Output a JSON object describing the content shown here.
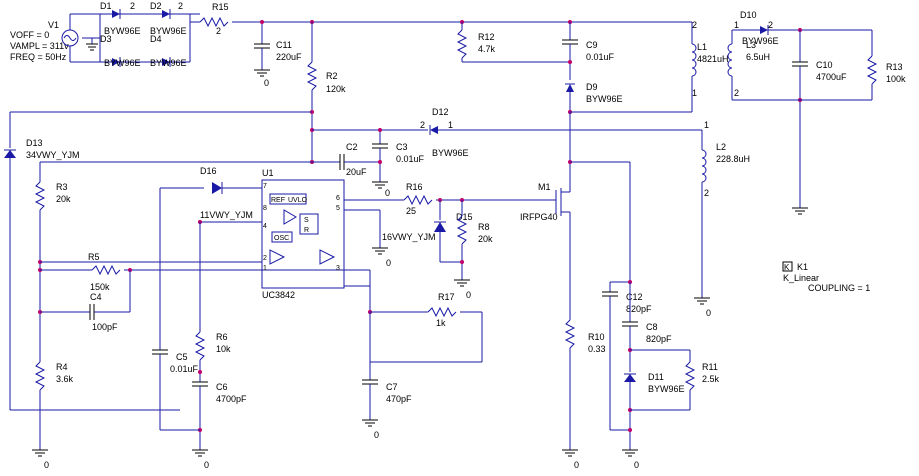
{
  "source": {
    "labels": [
      "VOFF = 0",
      "VAMPL = 311v",
      "FREQ = 50Hz"
    ],
    "name": "V1"
  },
  "components": {
    "D1": {
      "ref": "D1",
      "value": "BYW96E"
    },
    "D2": {
      "ref": "D2",
      "value": "BYW96E"
    },
    "D3": {
      "ref": "D3",
      "value": "BYW96E"
    },
    "D4": {
      "ref": "D4",
      "value": "BYW96E"
    },
    "R15": {
      "ref": "R15",
      "value": "2"
    },
    "C11": {
      "ref": "C11",
      "value": "220uF"
    },
    "R12": {
      "ref": "R12",
      "value": "4.7k"
    },
    "C9": {
      "ref": "C9",
      "value": "0.01uF"
    },
    "D9": {
      "ref": "D9",
      "value": "BYW96E"
    },
    "L1": {
      "ref": "L1",
      "value": "4821uH"
    },
    "L3": {
      "ref": "L3",
      "value": "6.5uH"
    },
    "D10": {
      "ref": "D10",
      "value": "BYW96E"
    },
    "C10": {
      "ref": "C10",
      "value": "4700uF"
    },
    "R13": {
      "ref": "R13",
      "value": "100k"
    },
    "R2": {
      "ref": "R2",
      "value": "120k"
    },
    "D12": {
      "ref": "D12",
      "value": "BYW96E"
    },
    "L2": {
      "ref": "L2",
      "value": "228.8uH"
    },
    "D13": {
      "ref": "D13",
      "value": "34VWY_YJM"
    },
    "C2": {
      "ref": "C2",
      "value": "20uF"
    },
    "C3": {
      "ref": "C3",
      "value": "0.01uF"
    },
    "D16": {
      "ref": "D16",
      "value": "11VWY_YJM"
    },
    "U1": {
      "ref": "U1",
      "value": "UC3842"
    },
    "R16": {
      "ref": "R16",
      "value": "25"
    },
    "M1": {
      "ref": "M1",
      "value": "IRFPG40"
    },
    "R3": {
      "ref": "R3",
      "value": "20k"
    },
    "D15": {
      "ref": "D15",
      "value": "16VWY_YJM"
    },
    "R8": {
      "ref": "R8",
      "value": "20k"
    },
    "R5": {
      "ref": "R5",
      "value": "150k"
    },
    "C4": {
      "ref": "C4",
      "value": "100pF"
    },
    "R17": {
      "ref": "R17",
      "value": "1k"
    },
    "C12": {
      "ref": "C12",
      "value": "820pF"
    },
    "C8": {
      "ref": "C8",
      "value": "820pF"
    },
    "R10": {
      "ref": "R10",
      "value": "0.33"
    },
    "R11": {
      "ref": "R11",
      "value": "2.5k"
    },
    "D11": {
      "ref": "D11",
      "value": "BYW96E"
    },
    "R6": {
      "ref": "R6",
      "value": "10k"
    },
    "C5": {
      "ref": "C5",
      "value": "0.01uF"
    },
    "C6": {
      "ref": "C6",
      "value": "4700pF"
    },
    "R4": {
      "ref": "R4",
      "value": "3.6k"
    },
    "C7": {
      "ref": "C7",
      "value": "470pF"
    }
  },
  "coupling": {
    "ref": "K1",
    "model": "K_Linear",
    "value": "COUPLING = 1"
  },
  "ground_label": "0",
  "pins": {
    "one": "1",
    "two": "2",
    "three": "3",
    "four": "4",
    "five": "5",
    "six": "6",
    "seven": "7",
    "eight": "8"
  },
  "ic_blocks": {
    "ref": "REF",
    "uvlo": "UVLO",
    "osc": "OSC",
    "s": "S",
    "r": "R"
  }
}
